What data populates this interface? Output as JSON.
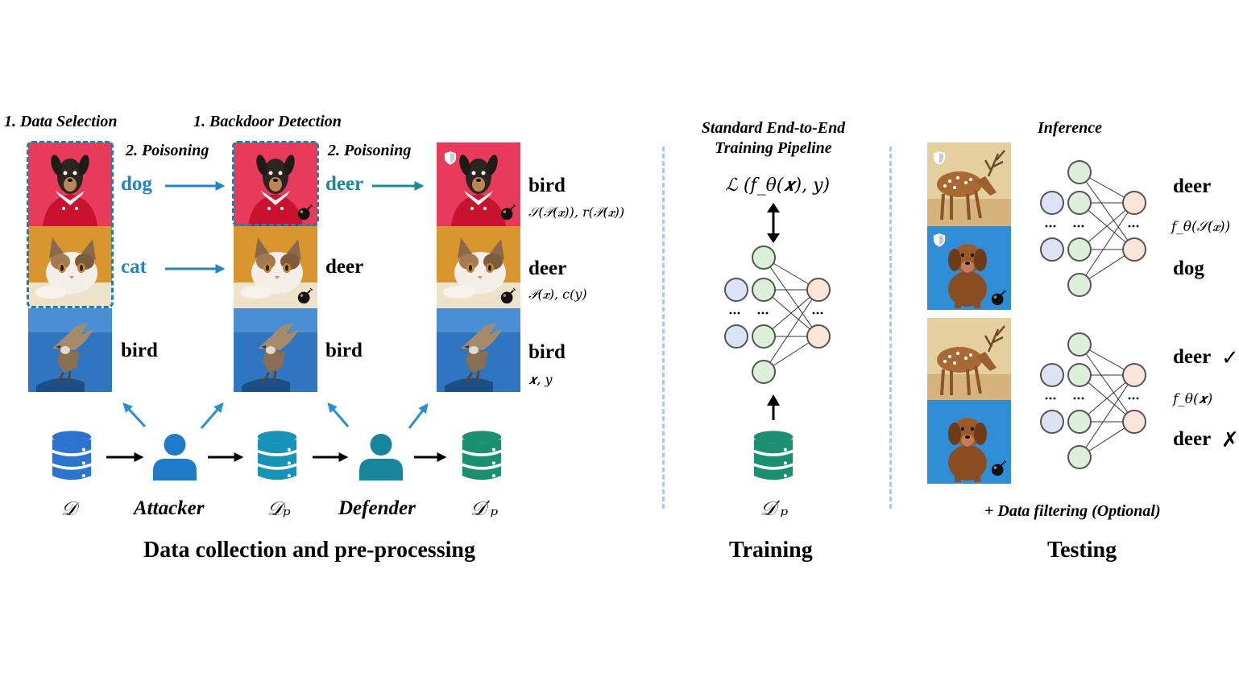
{
  "colors": {
    "dog_bg": "#e83a5b",
    "cat_bg": "#d9962e",
    "bird_bg": "#2f75c0",
    "deer_bg": "#e6cf9e",
    "dog_blue_bg": "#2f8ed6",
    "label_blue": "#2385c8",
    "label_teal": "#1a8a91",
    "db_blue": "#2a74cf",
    "db_teal": "#1793b8",
    "db_green": "#1a9070",
    "node_blue": "#dde3f7",
    "node_green": "#dcefd8",
    "node_pink": "#fbe4d8",
    "divider": "#a9c9e4"
  },
  "icons": [
    "dog-image",
    "cat-image",
    "bird-image",
    "deer-image",
    "bomb-icon",
    "shield-icon",
    "database-icon",
    "person-icon",
    "neural-network",
    "check-icon",
    "cross-icon"
  ],
  "headers": {
    "data_selection": "1. Data Selection",
    "poisoning": "2. Poisoning",
    "backdoor_detection": "1. Backdoor Detection",
    "poisoning2": "2. Poisoning",
    "training_line1": "Standard End-to-End",
    "training_line2": "Training Pipeline",
    "inference": "Inference"
  },
  "col1_labels": {
    "dog": "dog",
    "cat": "cat",
    "bird": "bird"
  },
  "col2_labels": {
    "dog": "deer",
    "cat": "deer",
    "bird": "bird"
  },
  "col3_labels": {
    "dog": "bird",
    "cat": "deer",
    "bird": "bird"
  },
  "col3_formulas": {
    "dog": "𝒮(𝒫(𝒙)), r(𝒫(𝒙))",
    "cat": "𝒫(𝒙), c(y)",
    "bird": "𝒙, y"
  },
  "pipeline": {
    "D": "𝒟",
    "attacker": "Attacker",
    "Dp": "𝒟ₚ",
    "defender": "Defender",
    "Dp_prime": "𝒟′ₚ"
  },
  "training": {
    "loss": "ℒ (f_θ(𝒙), y)",
    "dataset": "𝒟′ₚ"
  },
  "testing": {
    "top_out1": "deer",
    "top_formula": "f_θ(𝒮(𝒙))",
    "top_out2": "dog",
    "bot_out1": "deer",
    "bot_formula": "f_θ(𝒙)",
    "bot_out2": "deer",
    "check": "✓",
    "cross": "✗",
    "filtering": "+ Data filtering (Optional)"
  },
  "sections": {
    "data": "Data collection and pre-processing",
    "training": "Training",
    "testing": "Testing"
  }
}
